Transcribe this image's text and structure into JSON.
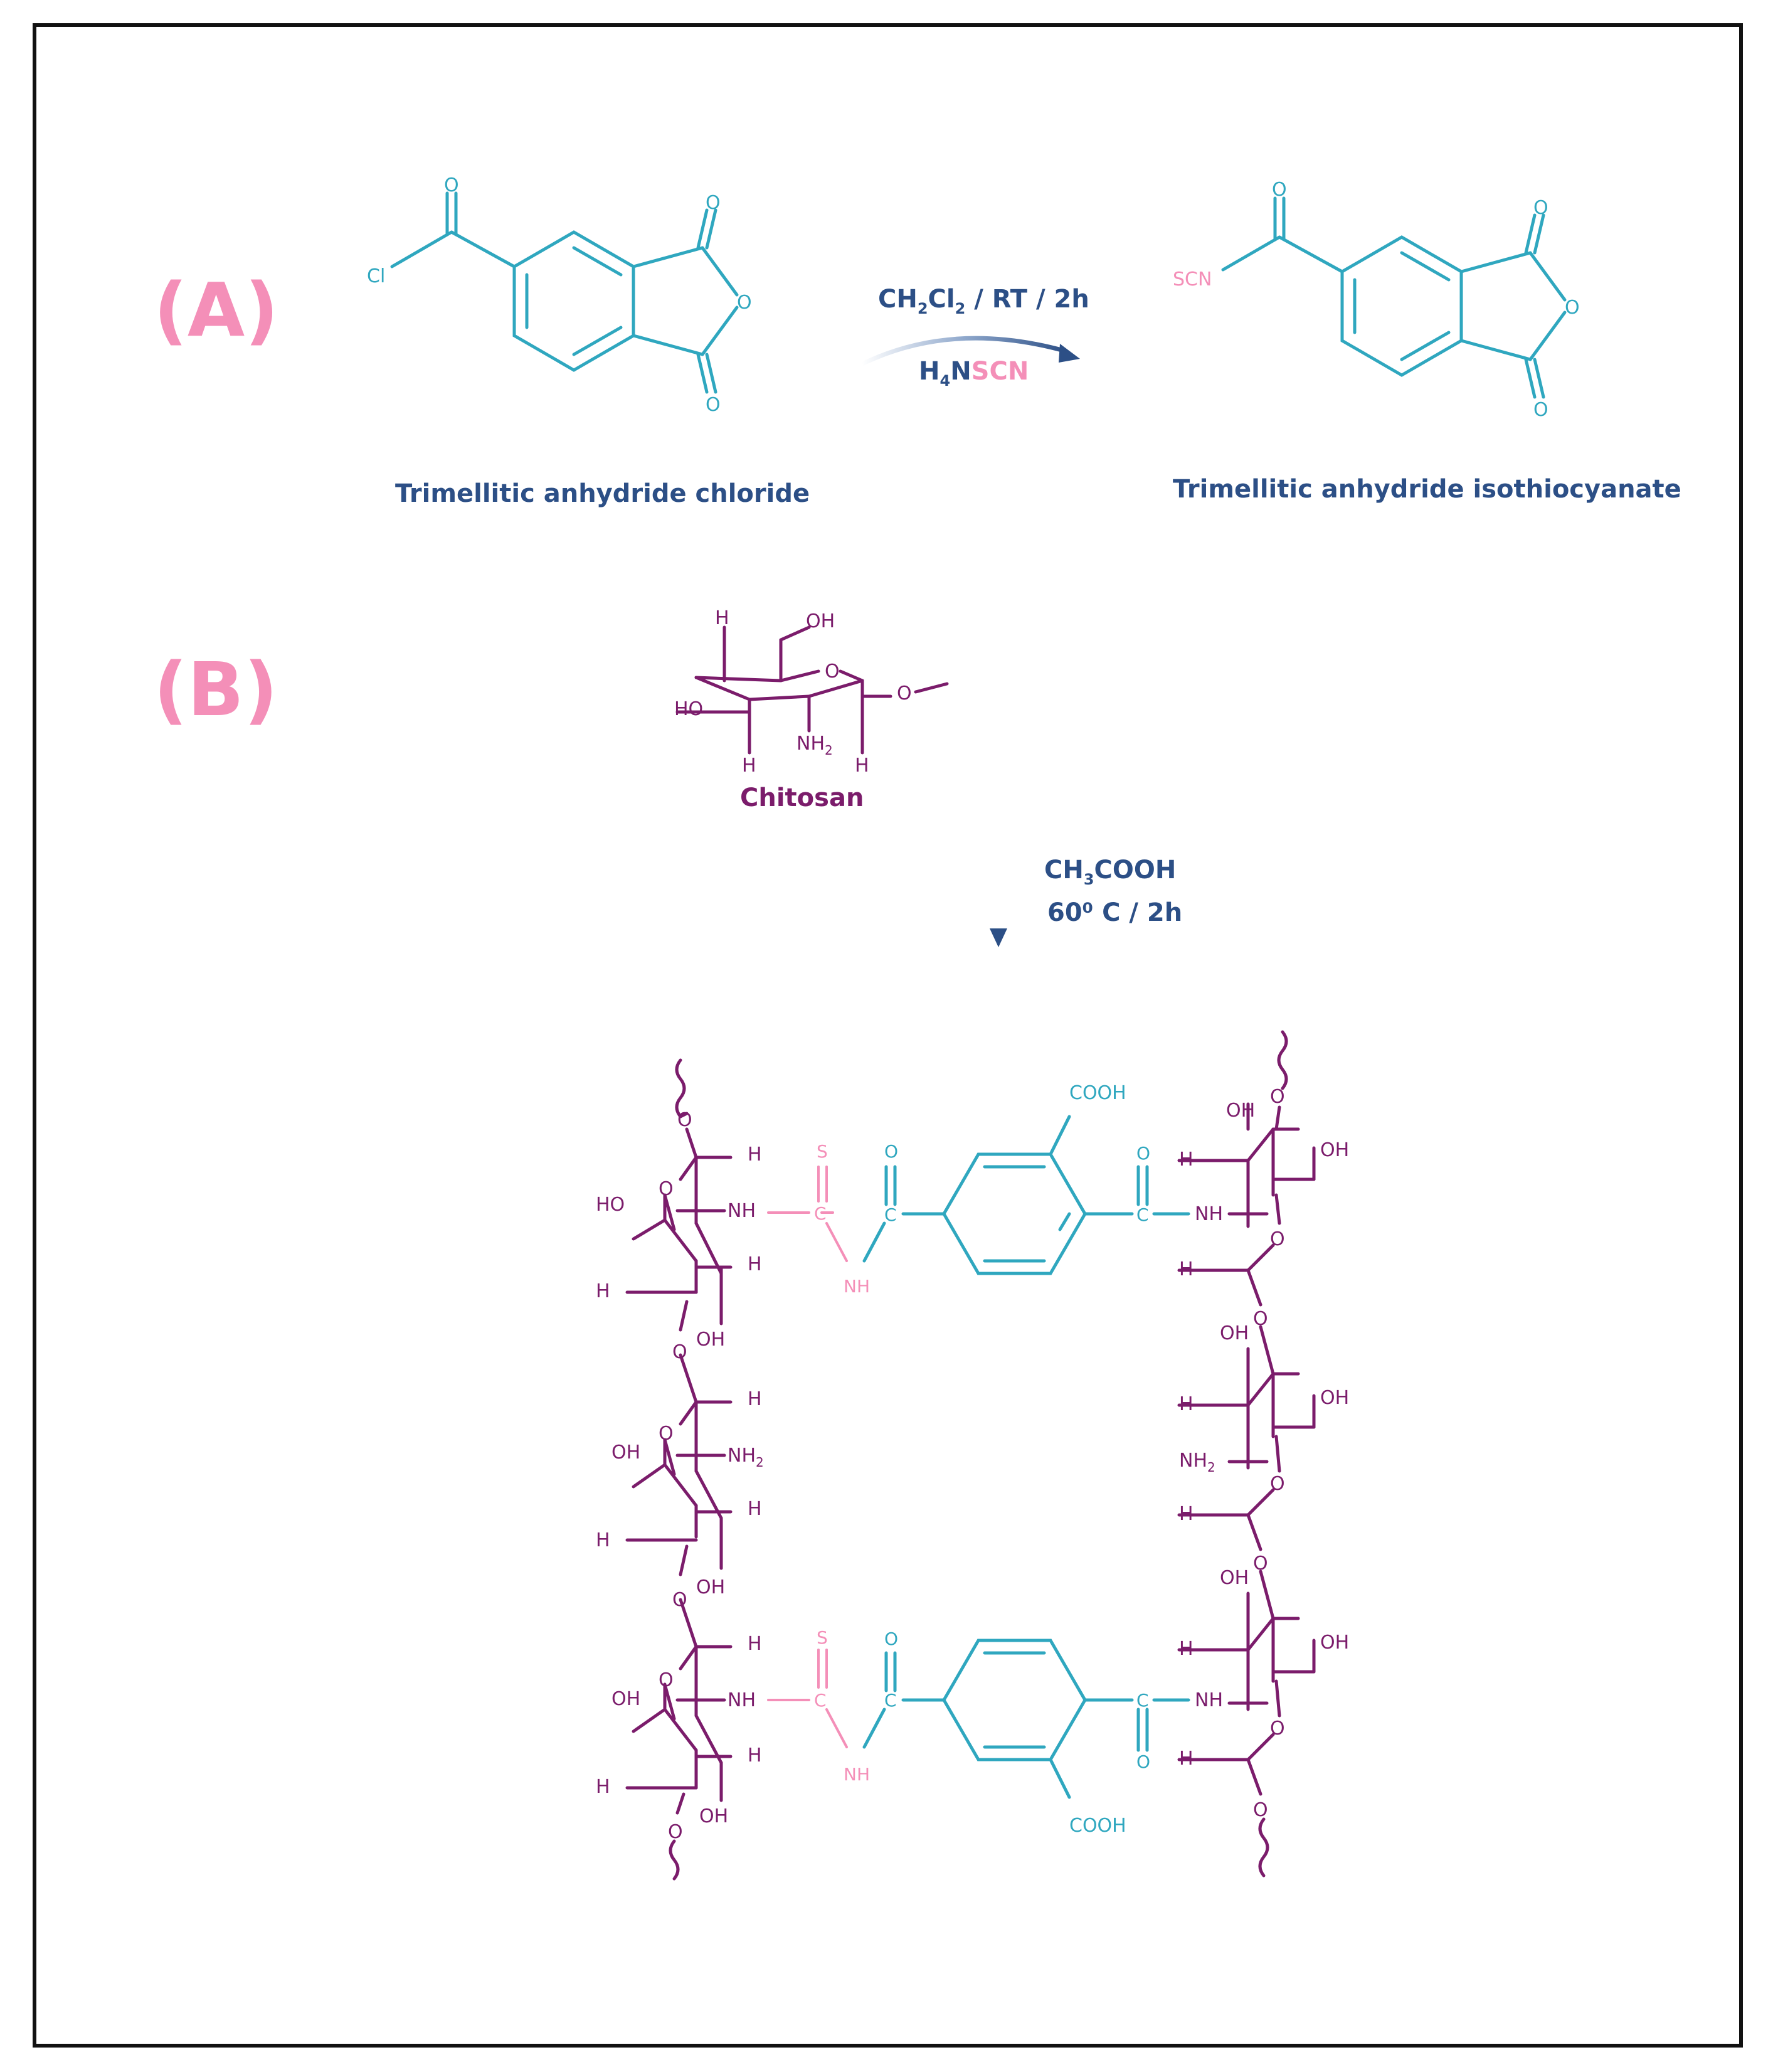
{
  "panels": {
    "a_label": "(A)",
    "b_label": "(B)"
  },
  "colors": {
    "teal": "#2fa7bf",
    "pink": "#f48fb8",
    "purple": "#7b1c6b",
    "navy": "#2c4f86",
    "frame": "#111111"
  },
  "reaction_a": {
    "reactant_name": "Trimellitic anhydride chloride",
    "product_name": "Trimellitic anhydride isothiocyanate",
    "conditions_top": {
      "ch": "CH",
      "sub1": "2",
      "cl": "Cl",
      "sub2": "2",
      "rest": " / RT / 2h"
    },
    "conditions_bottom": {
      "h": "H",
      "sub": "4",
      "n": "N",
      "scn": "SCN"
    },
    "atoms": {
      "O": "O",
      "Cl": "Cl",
      "SCN": "SCN"
    }
  },
  "reaction_b": {
    "reactant_name": "Chitosan",
    "conditions_line1": {
      "ch": "CH",
      "sub": "3",
      "rest": "COOH"
    },
    "conditions_line2": "60⁰ C / 2h",
    "atoms": {
      "H": "H",
      "OH": "OH",
      "HO": "HO",
      "O": "O",
      "NH": "NH",
      "NH2": "NH",
      "sub2": "2",
      "C": "C",
      "S": "S",
      "COOH": "COOH"
    }
  }
}
